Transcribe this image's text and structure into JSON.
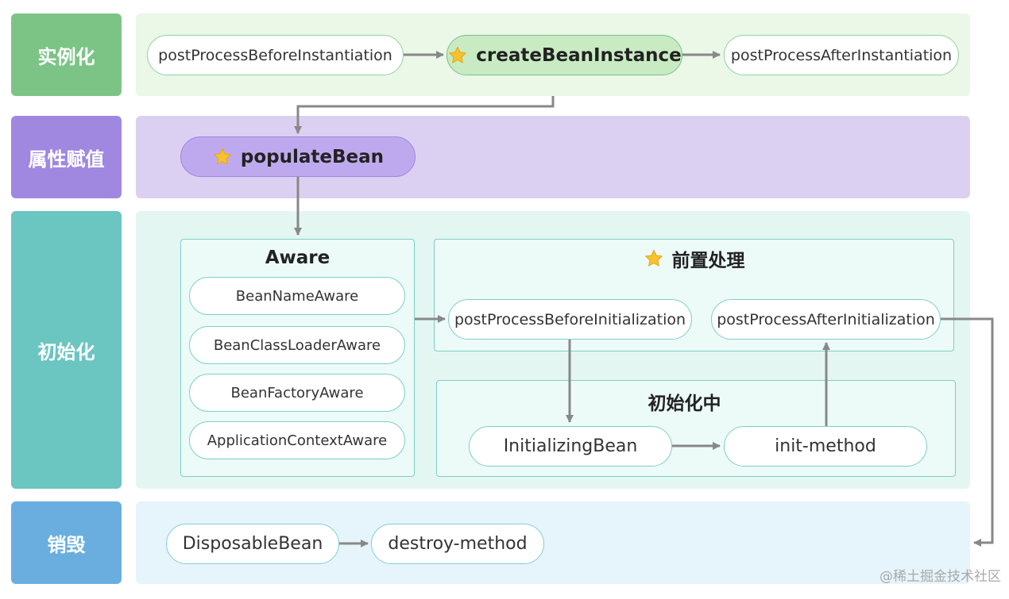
{
  "stages": {
    "instantiation": "实例化",
    "populate": "属性赋值",
    "initialization": "初始化",
    "destruction": "销毁"
  },
  "instantiation": {
    "before": "postProcessBeforeInstantiation",
    "create": "createBeanInstance",
    "after": "postProcessAfterInstantiation"
  },
  "populate": {
    "bean": "populateBean"
  },
  "aware": {
    "title": "Aware",
    "items": [
      "BeanNameAware",
      "BeanClassLoaderAware",
      "BeanFactoryAware",
      "ApplicationContextAware"
    ]
  },
  "preprocess": {
    "title": "前置处理",
    "before": "postProcessBeforeInitialization",
    "after": "postProcessAfterInitialization"
  },
  "initializing": {
    "title": "初始化中",
    "bean": "InitializingBean",
    "method": "init-method"
  },
  "destroy": {
    "bean": "DisposableBean",
    "method": "destroy-method"
  },
  "watermark": "@稀土掘金技术社区",
  "colors": {
    "instantiation": "#7cc486",
    "populate": "#a088e0",
    "initialization": "#6bc5c0",
    "destruction": "#6aaee0",
    "arrow": "#888888",
    "star": "#f6c230"
  },
  "icons": {
    "highlight": "star-icon"
  }
}
